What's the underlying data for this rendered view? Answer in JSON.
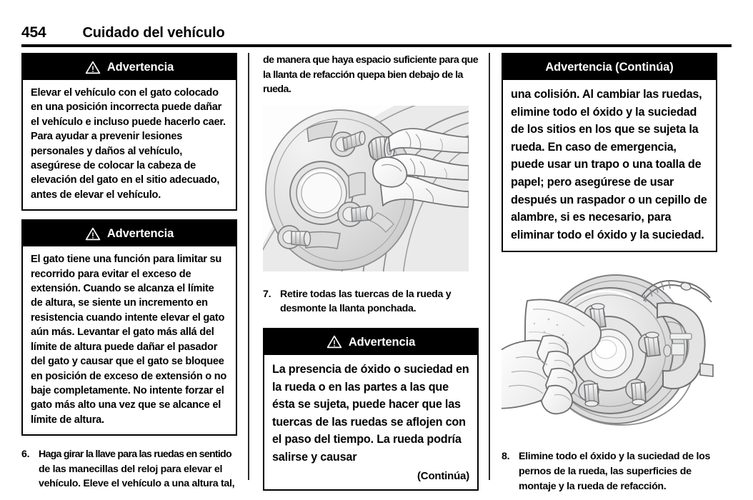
{
  "header": {
    "page_number": "454",
    "title": "Cuidado del vehículo"
  },
  "icons": {
    "warning_triangle": "warning-triangle-icon"
  },
  "colors": {
    "ink": "#000000",
    "paper": "#ffffff",
    "rule": "#2b2b2b",
    "figure_line": "#58595b",
    "figure_fill": "#e8e8e8"
  },
  "left_column": {
    "warning_1": {
      "label": "Advertencia",
      "text": "Elevar el vehículo con el gato colocado en una posición incorrecta puede dañar el vehículo e incluso puede hacerlo caer. Para ayudar a prevenir lesiones personales y daños al vehículo, asegúrese de colocar la cabeza de elevación del gato en el sitio adecuado, antes de elevar el vehículo."
    },
    "warning_2": {
      "label": "Advertencia",
      "text": "El gato tiene una función para limitar su recorrido para evitar el exceso de extensión. Cuando se alcanza el límite de altura, se siente un incremento en resistencia cuando intente elevar el gato aún más. Levantar el gato más allá del límite de altura puede dañar el pasador del gato y causar que el gato se bloquee en posición de exceso de extensión o no baje completamente. No intente forzar el gato más alto una vez que se alcance el límite de altura."
    },
    "step_6": {
      "number": "6.",
      "line_1": "Haga girar la llave para las ruedas en sentido",
      "rest": "de las manecillas del reloj para elevar el vehículo. Eleve el vehículo a una altura tal,"
    }
  },
  "middle_column": {
    "continuation_text": "de manera que haya espacio suficiente para que la llanta de refacción quepa bien debajo de la rueda.",
    "figure_1": {
      "name": "wheel-hub-lug-nut-removal-illustration"
    },
    "step_7": {
      "number": "7.",
      "text": "Retire todas las tuercas de la rueda y desmonte la llanta ponchada."
    },
    "warning_3": {
      "label": "Advertencia",
      "text": "La presencia de óxido o suciedad en la rueda o en las partes a las que ésta se sujeta, puede hacer que las tuercas de las ruedas se aflojen con el paso del tiempo. La rueda podría salirse y causar",
      "continued_note": "(Continúa)"
    }
  },
  "right_column": {
    "warning_continued": {
      "label": "Advertencia (Continúa)",
      "text": "una colisión. Al cambiar las ruedas, elimine todo el óxido y la suciedad de los sitios en los que se sujeta la rueda. En caso de emergencia, puede usar un trapo o una toalla de papel; pero asegúrese de usar después un raspador o un cepillo de alambre, si es necesario, para eliminar todo el óxido y la suciedad."
    },
    "figure_2": {
      "name": "hand-cleaning-brake-rotor-hub-illustration"
    },
    "step_8": {
      "number": "8.",
      "text": "Elimine todo el óxido y la suciedad de los pernos de la rueda, las superficies de montaje y la rueda de refacción."
    }
  }
}
